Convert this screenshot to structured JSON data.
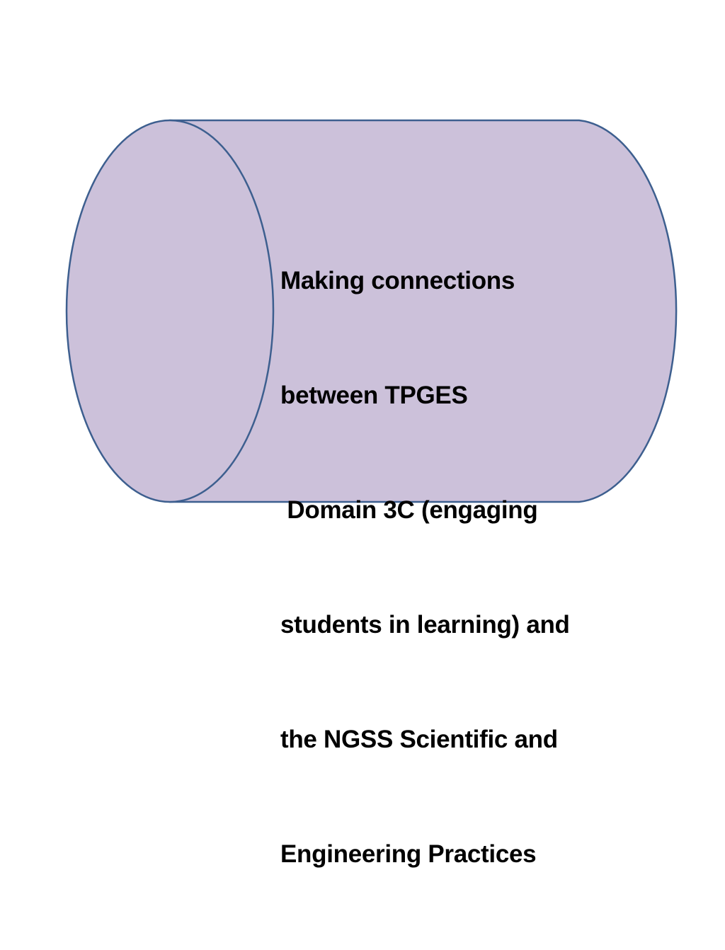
{
  "shape": {
    "type": "cylinder",
    "fill_color": "#ccc1da",
    "stroke_color": "#3d5f8f",
    "text_lines": [
      "Making connections",
      "between TPGES",
      " Domain 3C (engaging",
      "students in learning) and",
      "the NGSS Scientific and",
      "Engineering Practices"
    ]
  }
}
